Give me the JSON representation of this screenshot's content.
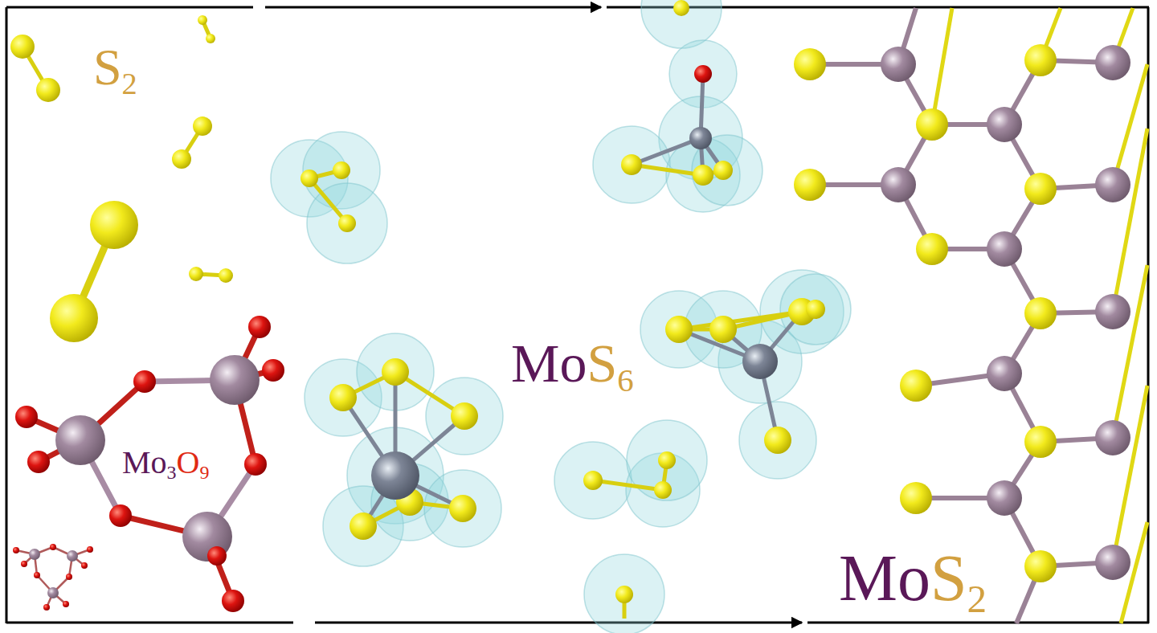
{
  "diagram": {
    "labels": [
      "S2",
      "Mo3O9",
      "MoS6",
      "MoS2"
    ]
  }
}
